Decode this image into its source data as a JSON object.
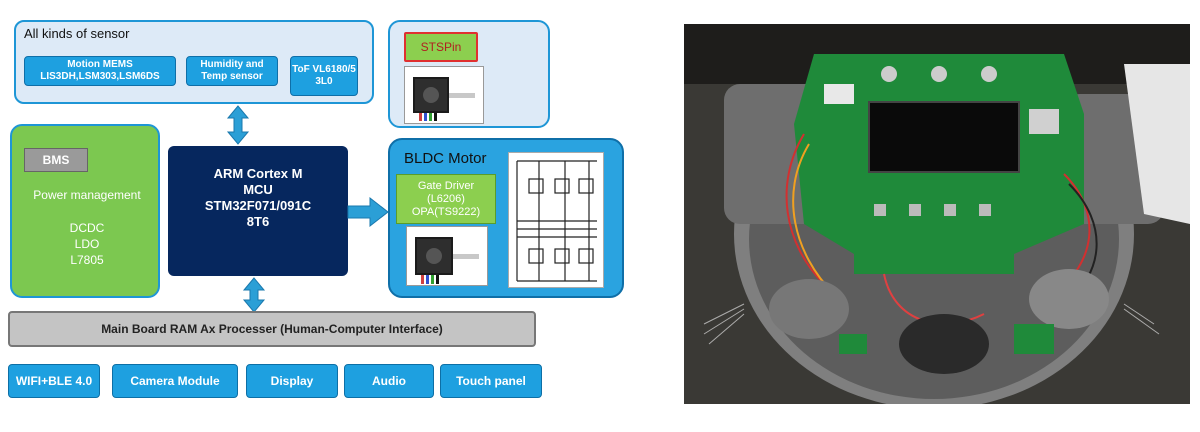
{
  "sensors": {
    "title": "All kinds of sensor",
    "motion": "Motion MEMS LIS3DH,LSM303,LSM6DS",
    "humidity": "Humidity and Temp sensor",
    "tof": "ToF VL6180/5 3L0"
  },
  "stspin": {
    "label": "STSPin"
  },
  "bms": {
    "label": "BMS",
    "description": "Power management",
    "items": [
      "DCDC",
      "LDO",
      "L7805"
    ]
  },
  "mcu": {
    "lines": [
      "ARM Cortex M",
      "MCU",
      "STM32F071/091C",
      "8T6"
    ]
  },
  "bldc": {
    "title": "BLDC Motor",
    "gate_lines": [
      "Gate Driver",
      "(L6206)",
      "OPA(TS9222)"
    ]
  },
  "mainboard": {
    "label": "Main Board RAM Ax Processer (Human-Computer Interface)"
  },
  "peripherals": {
    "wifi": "WIFI+BLE 4.0",
    "camera": "Camera Module",
    "display": "Display",
    "audio": "Audio",
    "touch": "Touch panel"
  },
  "colors": {
    "accent_blue": "#1ea0e0",
    "panel_light": "#ddeaf7",
    "green": "#8ccf4f",
    "mcu_navy": "#06275e",
    "gray": "#c4c4c4"
  },
  "icons": {
    "motor": "stepper-motor-icon",
    "circuit": "h-bridge-schematic-icon",
    "arrows": "double-arrow-icon"
  }
}
